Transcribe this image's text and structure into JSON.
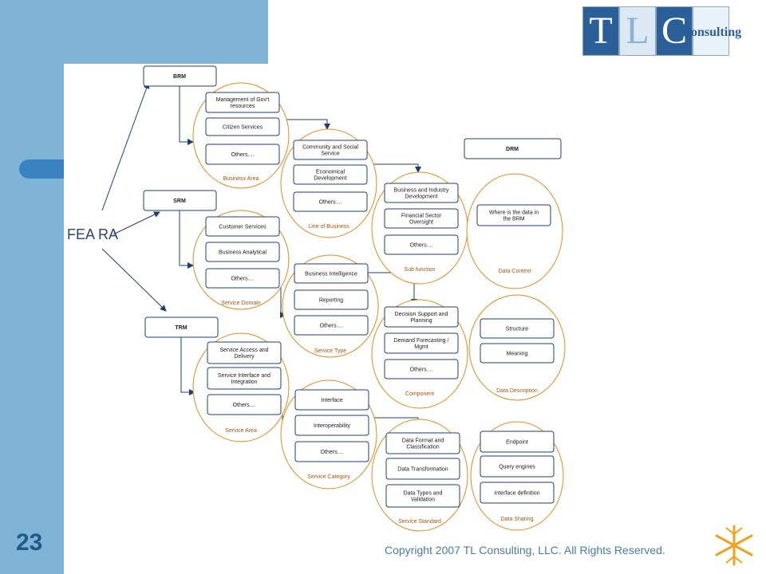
{
  "slide": {
    "page_number": "23",
    "copyright": "Copyright 2007 TL Consulting, LLC.  All Rights Reserved."
  },
  "logo": {
    "t": "T",
    "l": "L",
    "c": "C",
    "onsulting": "onsulting"
  },
  "colors": {
    "sidebar": "#7fb4d6",
    "tab": "#3a82c2",
    "ellipse_stroke": "#e08a1e",
    "box_stroke": "#1f3f6a",
    "logo_blue": "#2a5f97"
  },
  "diagram": {
    "fea_label": "FEA RA",
    "models": {
      "brm": "BRM",
      "srm": "SRM",
      "trm": "TRM",
      "drm": "DRM"
    },
    "ellipses": {
      "business_area": {
        "label": "Business Area",
        "items": [
          "Management of Gov't",
          "resources",
          "Citizen Services",
          "Others...."
        ]
      },
      "line_of_business": {
        "label": "Line of Business",
        "items": [
          "Community and Social",
          "Service",
          "Economical",
          "Development",
          "Others...."
        ]
      },
      "sub_function": {
        "label": "Sub function",
        "items": [
          "Business and Industry",
          "Development",
          "Financial Sector",
          "Oversight",
          "Others...."
        ]
      },
      "data_context": {
        "label": "Data Context",
        "items": [
          "Where is the data in",
          "the BRM"
        ]
      },
      "service_domain": {
        "label": "Service Domain",
        "items": [
          "Customer Services",
          "Business Analytical",
          "Others...."
        ]
      },
      "service_type": {
        "label": "Service Type",
        "items": [
          "Business Intelligence",
          "Reporting",
          "Others...."
        ]
      },
      "component": {
        "label": "Component",
        "items": [
          "Decision Support and",
          "Planning",
          "Demand Forecasting /",
          "Mgmt",
          "Others...."
        ]
      },
      "data_description": {
        "label": "Data Description",
        "items": [
          "Structure",
          "Meaning"
        ]
      },
      "service_area": {
        "label": "Service Area",
        "items": [
          "Service Access and",
          "Delivery",
          "Service Interface and",
          "Integration",
          "Others...."
        ]
      },
      "service_category": {
        "label": "Service Category",
        "items": [
          "Interface",
          "Interoperability",
          "Others...."
        ]
      },
      "service_standard": {
        "label": "Service Standard",
        "items": [
          "Data Format and",
          "Classification",
          "Data Transformation",
          "Data Types and",
          "Validation"
        ]
      },
      "data_sharing": {
        "label": "Data Sharing",
        "items": [
          "Endpoint",
          "Query engines",
          "Interface definition"
        ]
      }
    }
  }
}
